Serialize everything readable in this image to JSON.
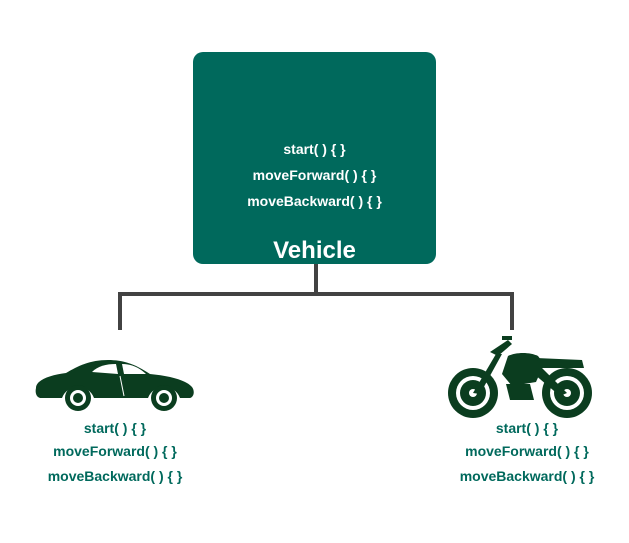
{
  "parent": {
    "title": "Vehicle",
    "methods": [
      "start( ) { }",
      "moveForward( ) { }",
      "moveBackward( ) { }"
    ]
  },
  "children": [
    {
      "icon": "car-icon",
      "methods": [
        "start( ) { }",
        "moveForward( ) { }",
        "moveBackward( ) { }"
      ]
    },
    {
      "icon": "motorcycle-icon",
      "methods": [
        "start( ) { }",
        "moveForward( ) { }",
        "moveBackward( ) { }"
      ]
    }
  ],
  "colors": {
    "box": "#00695c",
    "text_on_box": "#ffffff",
    "connector": "#424242",
    "icons": "#0b3d1f"
  }
}
